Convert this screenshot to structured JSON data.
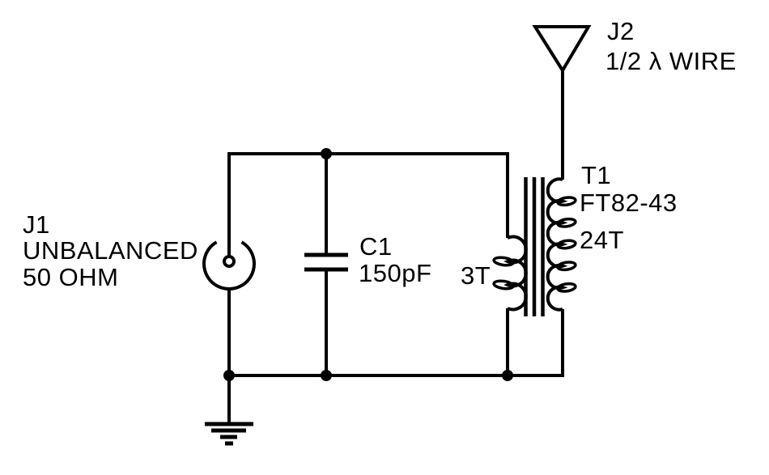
{
  "colors": {
    "background": "#ffffff",
    "ink": "#000000"
  },
  "components": {
    "j1": {
      "designator": "J1",
      "line1": "UNBALANCED",
      "line2": "50 OHM",
      "symbol": "coax-jack"
    },
    "c1": {
      "designator": "C1",
      "value": "150pF",
      "symbol": "capacitor"
    },
    "t1": {
      "designator": "T1",
      "core": "FT82-43",
      "primary_turns": "3T",
      "secondary_turns": "24T",
      "symbol": "transformer"
    },
    "j2": {
      "designator": "J2",
      "description": "1/2 λ WIRE",
      "symbol": "antenna"
    },
    "ground": {
      "symbol": "earth-ground"
    }
  }
}
